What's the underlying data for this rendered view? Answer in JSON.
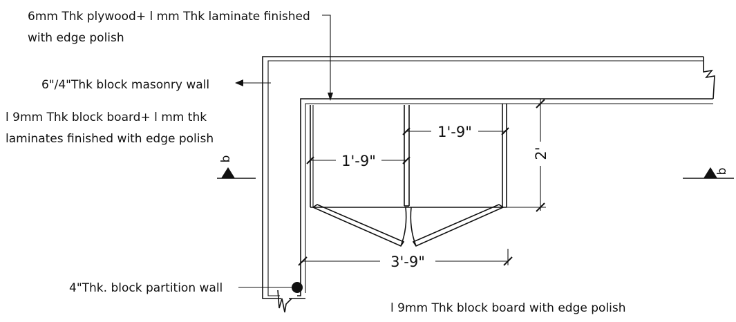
{
  "annotations": {
    "plywood_line1": "6mm Thk plywood+ l mm Thk laminate finished",
    "plywood_line2": "with edge polish",
    "masonry_wall": "6\"/4\"Thk block masonry wall",
    "blockboard_line1": "l 9mm Thk block board+ l mm thk",
    "blockboard_line2": "laminates finished with edge polish",
    "partition_wall": "4\"Thk. block partition wall",
    "shutter_note": "l 9mm Thk block board with edge polish"
  },
  "dimensions": {
    "left_bay": "1'-9\"",
    "right_bay": "1'-9\"",
    "depth": "2'",
    "overall": "3'-9\""
  },
  "section_marks": {
    "left": "b",
    "right": "b"
  }
}
